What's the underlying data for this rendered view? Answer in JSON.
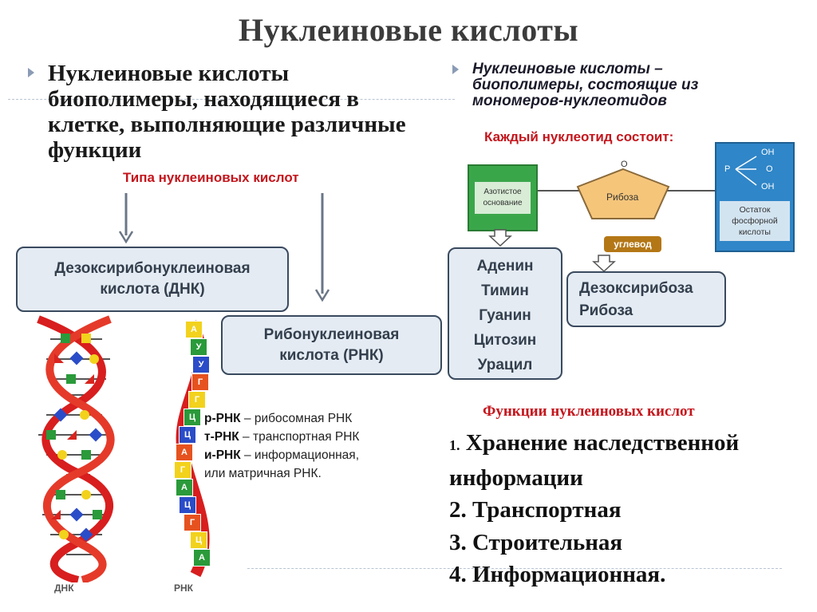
{
  "slide": {
    "title": "Нуклеиновые кислоты"
  },
  "left": {
    "intro": "Нуклеиновые кислоты биополимеры, находящиеся в клетке, выполняющие различные функции",
    "types_label": "Типа нуклеиновых кислот",
    "dna_box": "Дезоксирибонуклеиновая кислота (ДНК)",
    "rna_box": "Рибонуклеиновая кислота (РНК)",
    "dna_caption": "ДНК",
    "rna_caption": "РНК",
    "rna_letters": [
      "А",
      "У",
      "У",
      "Г",
      "Г",
      "Ц",
      "Ц",
      "А",
      "Г",
      "А",
      "Ц",
      "Г",
      "Ц",
      "А"
    ],
    "rna_types": [
      {
        "abbr": "р-РНК",
        "desc": " – рибосомная РНК"
      },
      {
        "abbr": "т-РНК",
        "desc": " – транспортная РНК"
      },
      {
        "abbr": "и-РНК",
        "desc": " – информационная,"
      }
    ],
    "rna_types_tail": "или матричная РНК."
  },
  "right": {
    "intro": "Нуклеиновые кислоты – биополимеры, состоящие из мономеров-нуклеотидов",
    "nucleotide_label": "Каждый нуклеотид состоит:",
    "base_block": "Азотистое основание",
    "sugar_block": "Рибоза",
    "sugar_o": "О",
    "phosphate": {
      "oh1": "OH",
      "p": "P",
      "o": "O",
      "oh2": "OH",
      "caption": "Остаток фосфорной кислоты"
    },
    "sugar_tag": "углевод",
    "bases": [
      "Аденин",
      "Тимин",
      "Гуанин",
      "Цитозин",
      "Урацил"
    ],
    "sugars": [
      "Дезоксирибоза",
      "Рибоза"
    ],
    "functions_title": "Функции нуклеиновых кислот",
    "functions": [
      {
        "num": "1.",
        "text": "Хранение наследственной"
      },
      {
        "num": "",
        "text": "информации"
      },
      {
        "num": "2.",
        "text": "Транспортная"
      },
      {
        "num": "3.",
        "text": "Строительная"
      },
      {
        "num": "4.",
        "text": "Информационная."
      }
    ]
  },
  "colors": {
    "accent_red": "#c4151c",
    "box_fill": "#e4ebf3",
    "box_border": "#3a4a5e",
    "base_green": "#3aa64a",
    "sugar_orange": "#f5c57a",
    "phosphate_blue": "#2f86c8"
  },
  "icons": [
    "bullet-arrow-icon",
    "down-arrow-icon",
    "dna-helix-icon",
    "rna-strand-icon"
  ]
}
